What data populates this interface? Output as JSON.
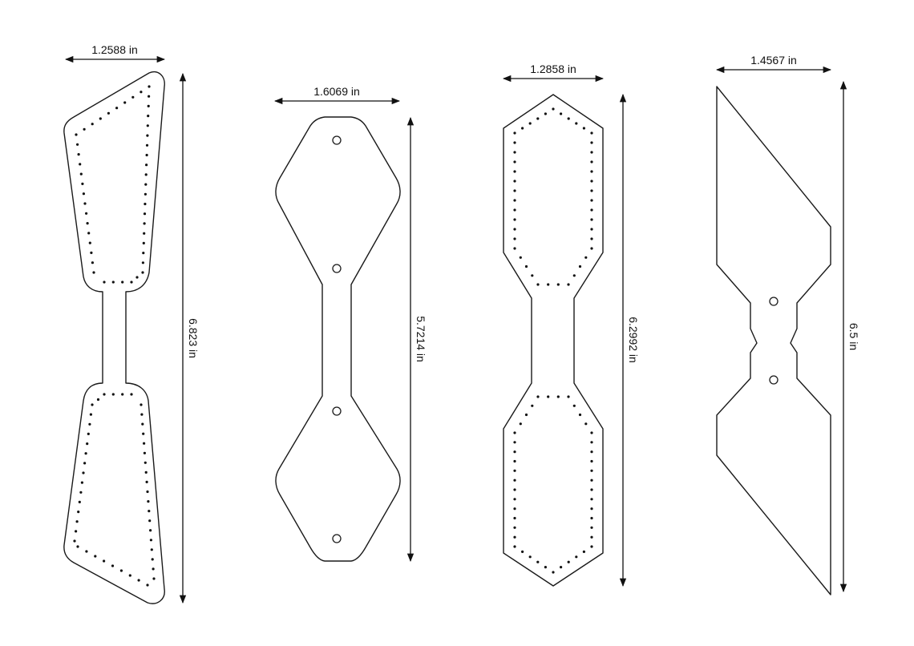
{
  "patterns": [
    {
      "id": "pattern-1",
      "width_label": "1.2588 in",
      "height_label": "6.823 in"
    },
    {
      "id": "pattern-2",
      "width_label": "1.6069 in",
      "height_label": "5.7214 in"
    },
    {
      "id": "pattern-3",
      "width_label": "1.2858 in",
      "height_label": "6.2992 in"
    },
    {
      "id": "pattern-4",
      "width_label": "1.4567 in",
      "height_label": "6.5 in"
    }
  ],
  "colors": {
    "stroke": "#1a1a1a",
    "background": "#ffffff"
  }
}
